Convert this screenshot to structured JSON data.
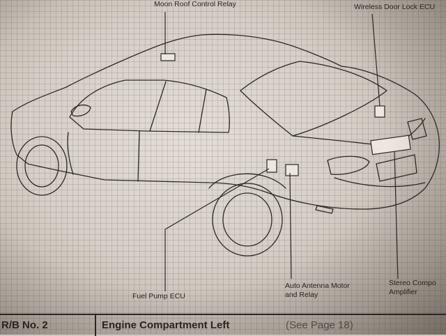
{
  "labels": {
    "moon_roof": "Moon Roof Control Relay",
    "wireless_door": "Wireless Door Lock ECU",
    "fuel_pump": "Fuel Pump ECU",
    "antenna_line1": "Auto Antenna Motor",
    "antenna_line2": "and Relay",
    "stereo_line1": "Stereo Compo",
    "stereo_line2": "Amplifier"
  },
  "footer": {
    "rb_label": "R/B No. 2",
    "section_title": "Engine Compartment Left",
    "page_ref": "(See Page 18)"
  },
  "colors": {
    "ink": "#2a2422",
    "paper": "#dcd5cd",
    "grid": "#8a7f78"
  }
}
